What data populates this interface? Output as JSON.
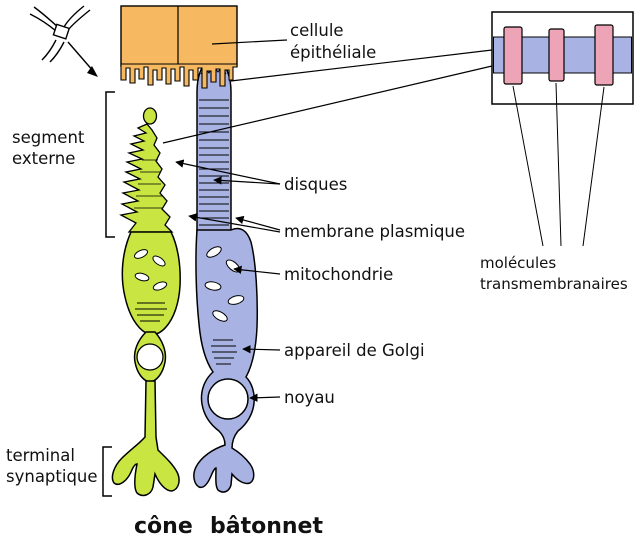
{
  "labels": {
    "epithelial_line1": "cellule",
    "epithelial_line2": "épithéliale",
    "segment_line1": "segment",
    "segment_line2": "externe",
    "discs": "disques",
    "plasma_membrane": "membrane plasmique",
    "mitochondria": "mitochondrie",
    "golgi": "appareil de Golgi",
    "nucleus": "noyau",
    "terminal_line1": "terminal",
    "terminal_line2": "synaptique",
    "molecules_line1": "molécules",
    "molecules_line2": "transmembranaires",
    "cone": "cône",
    "rod": "bâtonnet"
  },
  "colors": {
    "epithelial": "#f6b860",
    "cone": "#c9e542",
    "cone_label": "#b5d422",
    "rod": "#a9b3e3",
    "rod_label": "#8c9fd9",
    "molecule": "#eda4b6",
    "inset_band": "#a9b3e3",
    "outline": "#000000"
  }
}
